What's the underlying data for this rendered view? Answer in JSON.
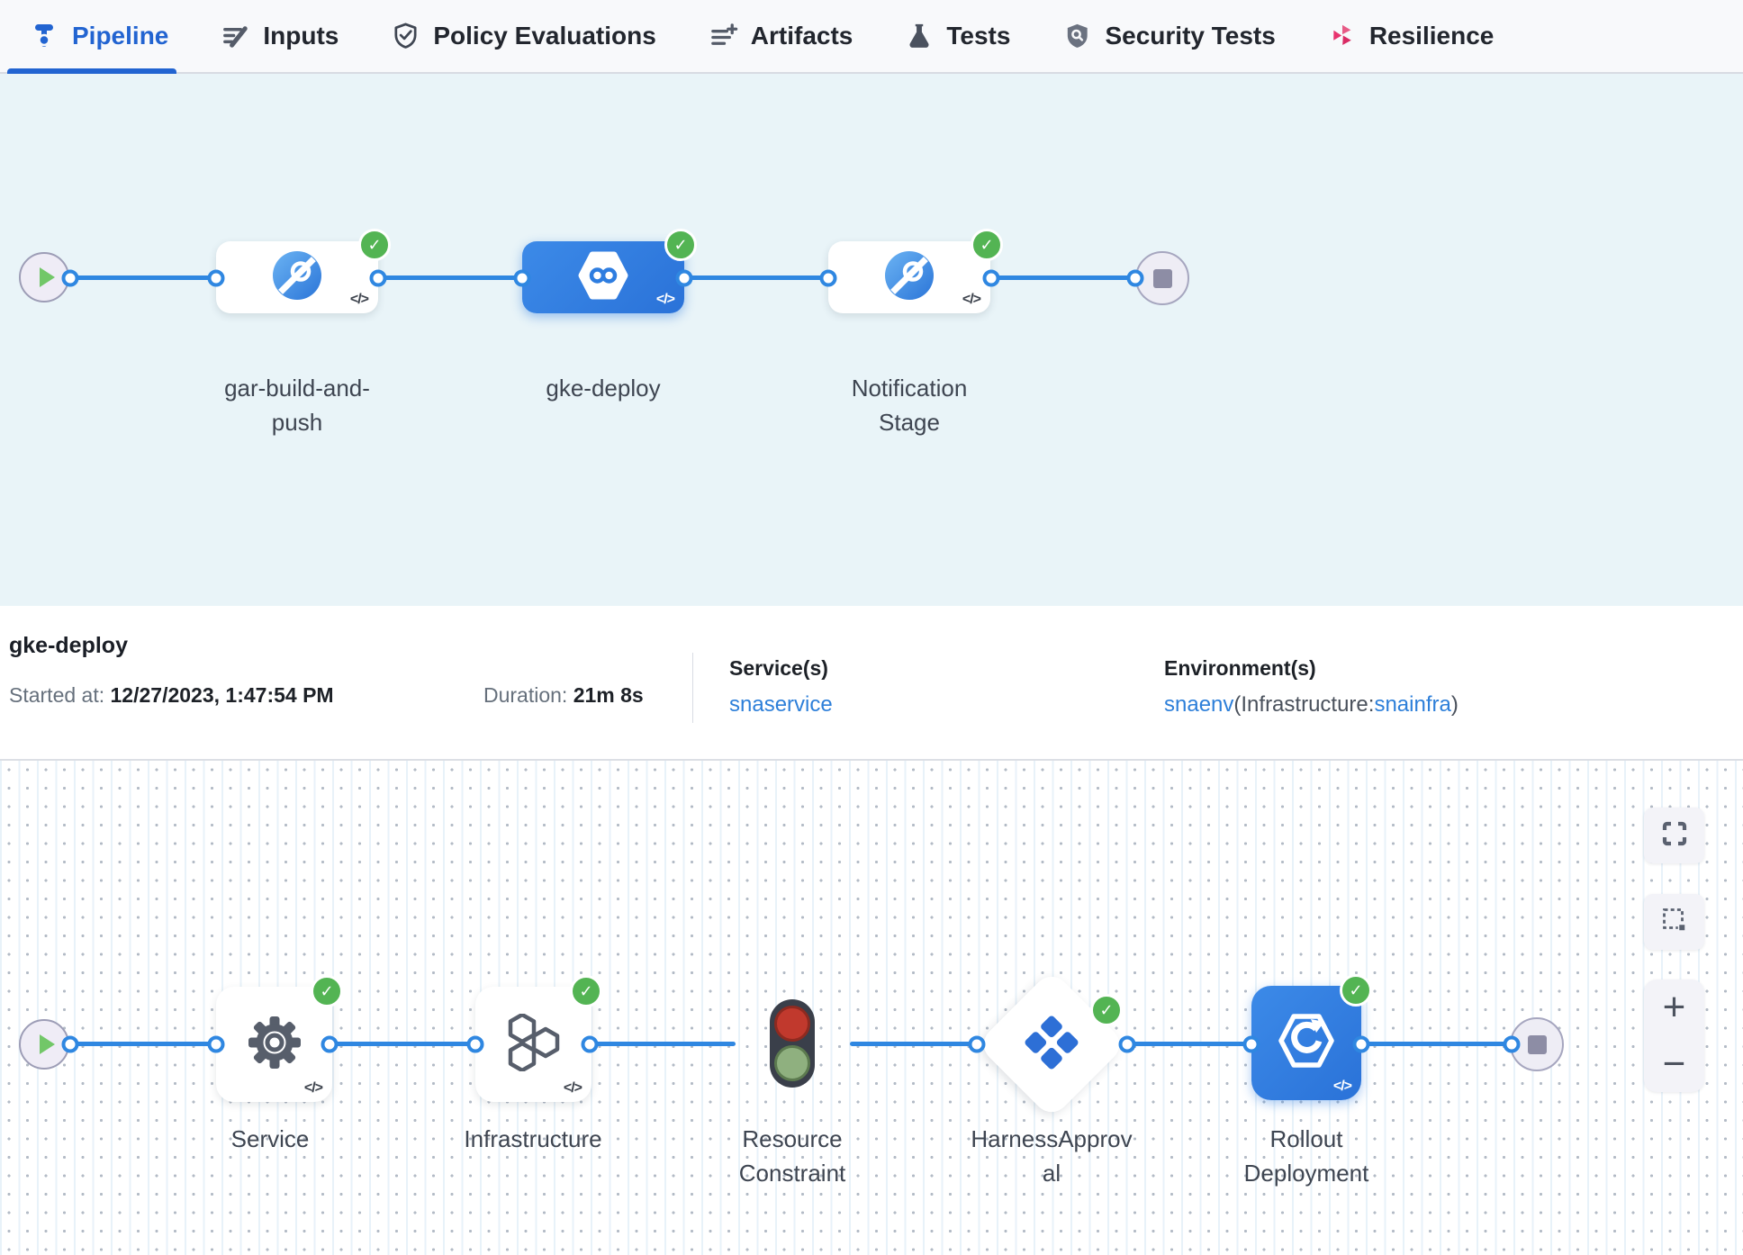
{
  "tabbar": {
    "tabs": [
      {
        "label": "Pipeline",
        "active": true
      },
      {
        "label": "Inputs",
        "active": false
      },
      {
        "label": "Policy Evaluations",
        "active": false
      },
      {
        "label": "Artifacts",
        "active": false
      },
      {
        "label": "Tests",
        "active": false
      },
      {
        "label": "Security Tests",
        "active": false
      },
      {
        "label": "Resilience",
        "active": false
      }
    ]
  },
  "top_graph": {
    "stages": [
      {
        "name": "gar-build-and-push",
        "lines": [
          "gar-build-and-",
          "push"
        ],
        "status": "success",
        "type": "custom-stage",
        "selected": false
      },
      {
        "name": "gke-deploy",
        "lines": [
          "gke-deploy"
        ],
        "status": "success",
        "type": "deploy-stage",
        "selected": true
      },
      {
        "name": "Notification Stage",
        "lines": [
          "Notification",
          "Stage"
        ],
        "status": "success",
        "type": "custom-stage",
        "selected": false
      }
    ]
  },
  "execution_summary": {
    "title": "gke-deploy",
    "started_label": "Started at:",
    "started_value": "12/27/2023, 1:47:54 PM",
    "duration_label": "Duration:",
    "duration_value": "21m 8s",
    "services_label": "Service(s)",
    "service_link": "snaservice",
    "environments_label": "Environment(s)",
    "environment_link": "snaenv",
    "environment_infra_open": "(Infrastructure:",
    "environment_infra_link": "snainfra",
    "environment_infra_close": ")"
  },
  "bottom_graph": {
    "steps": [
      {
        "name": "Service",
        "lines": [
          "Service"
        ],
        "status": "success",
        "type": "service"
      },
      {
        "name": "Infrastructure",
        "lines": [
          "Infrastructure"
        ],
        "status": "success",
        "type": "infrastructure"
      },
      {
        "name": "Resource Constraint",
        "lines": [
          "Resource",
          "Constraint"
        ],
        "status": "running-none",
        "type": "resource-constraint"
      },
      {
        "name": "HarnessApproval",
        "lines": [
          "HarnessApprov",
          "al"
        ],
        "status": "success",
        "type": "harness-approval"
      },
      {
        "name": "Rollout Deployment",
        "lines": [
          "Rollout",
          "Deployment"
        ],
        "status": "success",
        "type": "rollout-deployment"
      }
    ]
  },
  "controls": {
    "zoom_in": "+",
    "zoom_out": "−"
  },
  "glyphs": {
    "code": "</>",
    "check": "✓"
  },
  "icons": [
    "pipeline-icon",
    "inputs-icon",
    "policy-evaluations-icon",
    "artifacts-icon",
    "tests-icon",
    "security-tests-icon",
    "resilience-icon",
    "play-icon",
    "stop-icon",
    "custom-stage-icon",
    "deploy-stage-icon",
    "gear-icon",
    "hexagons-icon",
    "traffic-light-icon",
    "approval-diamonds-icon",
    "rollout-icon",
    "fullscreen-icon",
    "marquee-select-icon",
    "zoom-in-icon",
    "zoom-out-icon",
    "check-icon",
    "code-toggle-icon"
  ],
  "colors": {
    "accent_blue": "#2f87e1",
    "selected_stage_blue": "#2e7de0",
    "success_green": "#53b453",
    "link_blue": "#2d7fd9",
    "active_tab_blue": "#2264d1",
    "resilience_pink": "#e8336e",
    "top_panel_bg": "#e9f4f8"
  }
}
